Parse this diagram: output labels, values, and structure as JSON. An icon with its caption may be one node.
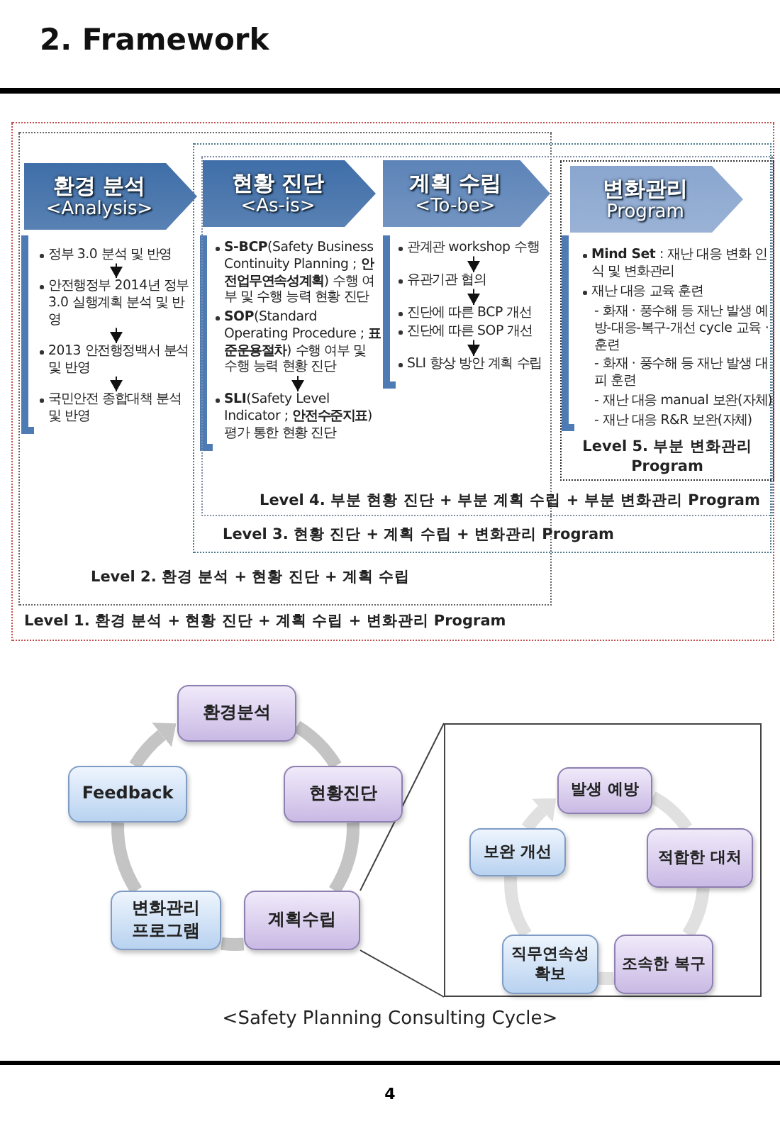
{
  "diagram": {
    "title": "2. Framework",
    "caption": "<Safety Planning Consulting Cycle>",
    "nodes": [
      {
        "text": [
          "Level 1. 환경 분석 + 현황 진단 + 계획 수립 + 변화관리 Program"
        ]
      },
      {
        "text": [
          "Level 2. 환경 분석 + 현황 진단 + 계획 수립"
        ],
        "in": 0
      },
      {
        "text": [
          "Level 3. 현황 진단 + 계획 수립 + 변화관리 Program"
        ],
        "in": 0
      },
      {
        "text": [
          "Level 4. 부분 현황 진단 + 부분 계획 수립 + 부분 변화관리 Program"
        ],
        "in": 2
      },
      {
        "text": [
          "Level 5. 부분 변화관리 Program"
        ],
        "in": 3
      },
      {
        "text": [
          "환경 분석",
          "<Analysis>"
        ],
        "in": 1
      },
      {
        "text": [
          "현황 진단",
          "<As-is>"
        ]
      },
      {
        "text": [
          "계획 수립",
          "<To-be>"
        ]
      },
      {
        "text": [
          "변화관리",
          "Program"
        ],
        "in": 4
      },
      {
        "text": [
          "정부 3.0 분석 및 반영"
        ],
        "in": 1
      },
      {
        "text": [
          "안전행정부 2014년 정부3.0 실행계획 분석 및 반영"
        ],
        "in": 1
      },
      {
        "text": [
          "2013 안전행정백서 분석 및 반영"
        ],
        "in": 1
      },
      {
        "text": [
          "국민안전 종합대책 분석 및 반영"
        ],
        "in": 1
      },
      {
        "text": [
          "**S-BCP**(Safety Business Continuity Planning ; **안전업무연속성계획**) 수행 여부 및 수행 능력 현황 진단"
        ]
      },
      {
        "text": [
          "**SOP**(Standard Operating Procedure ; **표준운용절차**) 수행 여부 및 수행 능력 현황 진단"
        ]
      },
      {
        "text": [
          "**SLI**(Safety Level Indicator ; **안전수준지표**) 평가 통한 현황 진단"
        ]
      },
      {
        "text": [
          "관계관 workshop 수행"
        ]
      },
      {
        "text": [
          "유관기관 협의"
        ]
      },
      {
        "text": [
          "진단에 따른 BCP 개선"
        ]
      },
      {
        "text": [
          "진단에 따른 SOP 개선"
        ]
      },
      {
        "text": [
          "SLI 향상 방안 계획 수립"
        ]
      },
      {
        "text": [
          "**Mind Set** : 재난 대응 변화 인식 및 변화관리"
        ],
        "in": 4
      },
      {
        "text": [
          "재난 대응 교육 훈련"
        ],
        "in": 4
      },
      {
        "text": [
          "- 화재 · 풍수해 등 재난 발생 예방-대응-복구-개선 cycle 교육 · 훈련"
        ],
        "in": 4
      },
      {
        "text": [
          "- 화재 · 풍수해 등 재난 발생 대피 훈련"
        ],
        "in": 4
      },
      {
        "text": [
          "- 재난 대응 manual 보완(자체)"
        ],
        "in": 4
      },
      {
        "text": [
          "- 재난 대응 R&R 보완(자체)"
        ],
        "in": 4
      },
      {
        "text": [
          "환경분석"
        ]
      },
      {
        "text": [
          "현황진단"
        ]
      },
      {
        "text": [
          "계획수립"
        ]
      },
      {
        "text": [
          "변화관리 프로그램"
        ]
      },
      {
        "text": [
          "Feedback"
        ]
      },
      {
        "text": [],
        "shape": "box"
      },
      {
        "text": [
          "발생 예방"
        ],
        "in": 32
      },
      {
        "text": [
          "적합한 대처"
        ],
        "in": 32
      },
      {
        "text": [
          "조속한 복구"
        ],
        "in": 32
      },
      {
        "text": [
          "직무연속성 확보"
        ],
        "in": 32
      },
      {
        "text": [
          "보완 개선"
        ],
        "in": 32
      }
    ],
    "edges": [
      {
        "from": 9,
        "to": 10,
        "arrow": "to"
      },
      {
        "from": 10,
        "to": 11,
        "arrow": "to"
      },
      {
        "from": 11,
        "to": 12,
        "arrow": "to"
      },
      {
        "from": 14,
        "to": 15,
        "arrow": "to"
      },
      {
        "from": 16,
        "to": 17,
        "arrow": "to"
      },
      {
        "from": 17,
        "to": 18,
        "arrow": "to"
      },
      {
        "from": 19,
        "to": 20,
        "arrow": "to"
      },
      {
        "from": 31,
        "to": 27,
        "arrow": "to",
        "color": "#c4c4c4"
      },
      {
        "from": 27,
        "to": 28,
        "arrow": "none",
        "color": "#c4c4c4"
      },
      {
        "from": 28,
        "to": 29,
        "arrow": "none",
        "color": "#c4c4c4"
      },
      {
        "from": 29,
        "to": 30,
        "arrow": "none",
        "color": "#c4c4c4"
      },
      {
        "from": 30,
        "to": 31,
        "arrow": "none",
        "color": "#c4c4c4"
      },
      {
        "from": 29,
        "to": 32,
        "arrow": "none",
        "color": "#404040"
      },
      {
        "from": 29,
        "to": 32,
        "arrow": "none",
        "color": "#404040"
      },
      {
        "from": 37,
        "to": 33,
        "arrow": "to",
        "color": "#e0e0e0"
      },
      {
        "from": 33,
        "to": 34,
        "arrow": "none",
        "color": "#e0e0e0"
      },
      {
        "from": 34,
        "to": 35,
        "arrow": "none",
        "color": "#e0e0e0"
      },
      {
        "from": 35,
        "to": 36,
        "arrow": "none",
        "color": "#e0e0e0"
      },
      {
        "from": 36,
        "to": 37,
        "arrow": "none",
        "color": "#e0e0e0"
      }
    ],
    "labels": [
      "4"
    ]
  }
}
